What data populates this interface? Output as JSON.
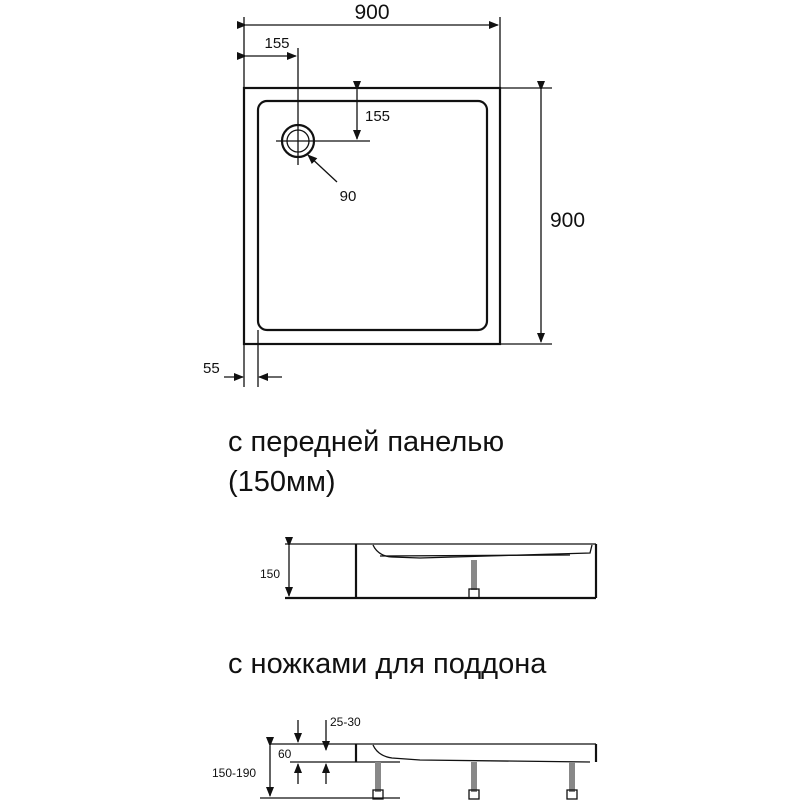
{
  "top_view": {
    "width_label": "900",
    "depth_label": "900",
    "drain_offset_x_label": "155",
    "drain_offset_y_label": "155",
    "drain_diameter_label": "90",
    "rim_label": "55"
  },
  "captions": {
    "front_panel_line1": "с передней панелью",
    "front_panel_line2": "(150мм)",
    "legs": "с ножками для поддона"
  },
  "side_view_panel": {
    "height_label": "150"
  },
  "side_view_legs": {
    "total_height_label": "150-190",
    "tray_height_label": "60",
    "adjust_label": "25-30"
  }
}
